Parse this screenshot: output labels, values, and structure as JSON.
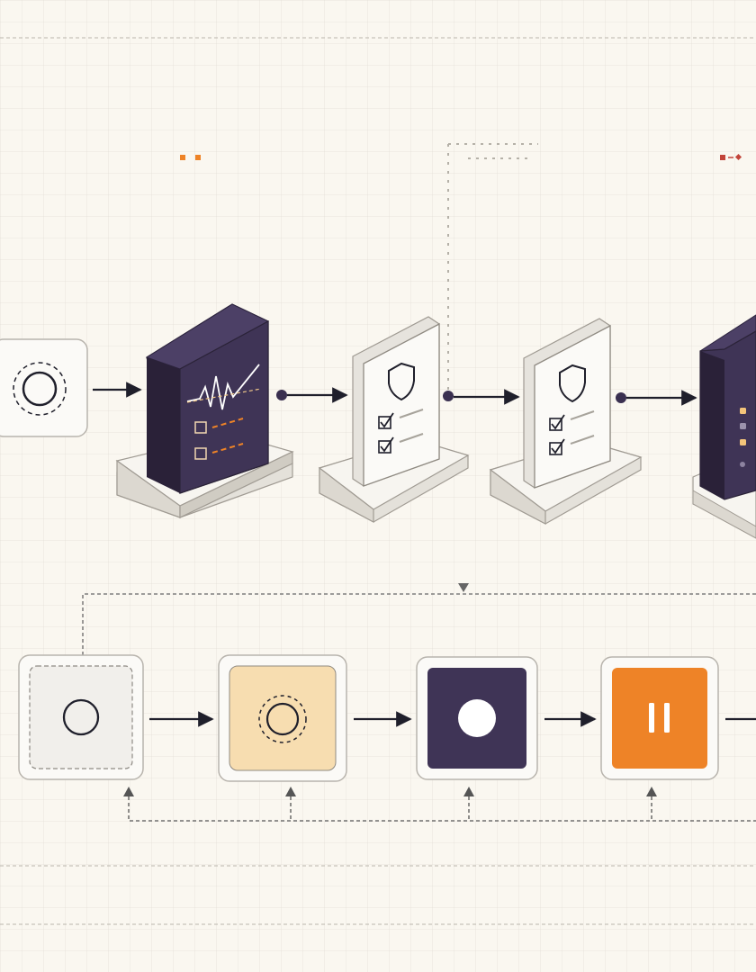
{
  "colors": {
    "background": "#faf7f0",
    "purple": "#3f3456",
    "purple_dark": "#2e2540",
    "orange": "#ee8327",
    "peach": "#f7ddb0",
    "light_gray": "#f1efeb",
    "ink": "#1f1f2b",
    "dash_gray": "#8c8c8c",
    "red_marker": "#c2443a"
  },
  "pipeline": {
    "stages": [
      {
        "id": "start",
        "kind": "idle-circle-tile",
        "icon": "circle-icon"
      },
      {
        "id": "monitor",
        "kind": "dark-server",
        "icon": "waveform-icon",
        "rows": [
          "checkbox-empty",
          "checkbox-empty"
        ]
      },
      {
        "id": "policy-1",
        "kind": "white-panel",
        "icon": "shield-icon",
        "rows": [
          "checkbox-checked",
          "checkbox-checked"
        ]
      },
      {
        "id": "policy-2",
        "kind": "white-panel",
        "icon": "shield-icon",
        "rows": [
          "checkbox-checked",
          "checkbox-checked"
        ]
      },
      {
        "id": "server-status",
        "kind": "dark-server-partial",
        "icon": "status-dots-icon"
      }
    ]
  },
  "states": [
    {
      "id": "idle",
      "fill": "light-gray",
      "icon": "circle-icon"
    },
    {
      "id": "pending",
      "fill": "peach",
      "icon": "dashed-circle-icon"
    },
    {
      "id": "recording",
      "fill": "purple",
      "icon": "filled-dot-icon"
    },
    {
      "id": "paused",
      "fill": "orange",
      "icon": "pause-icon"
    }
  ]
}
